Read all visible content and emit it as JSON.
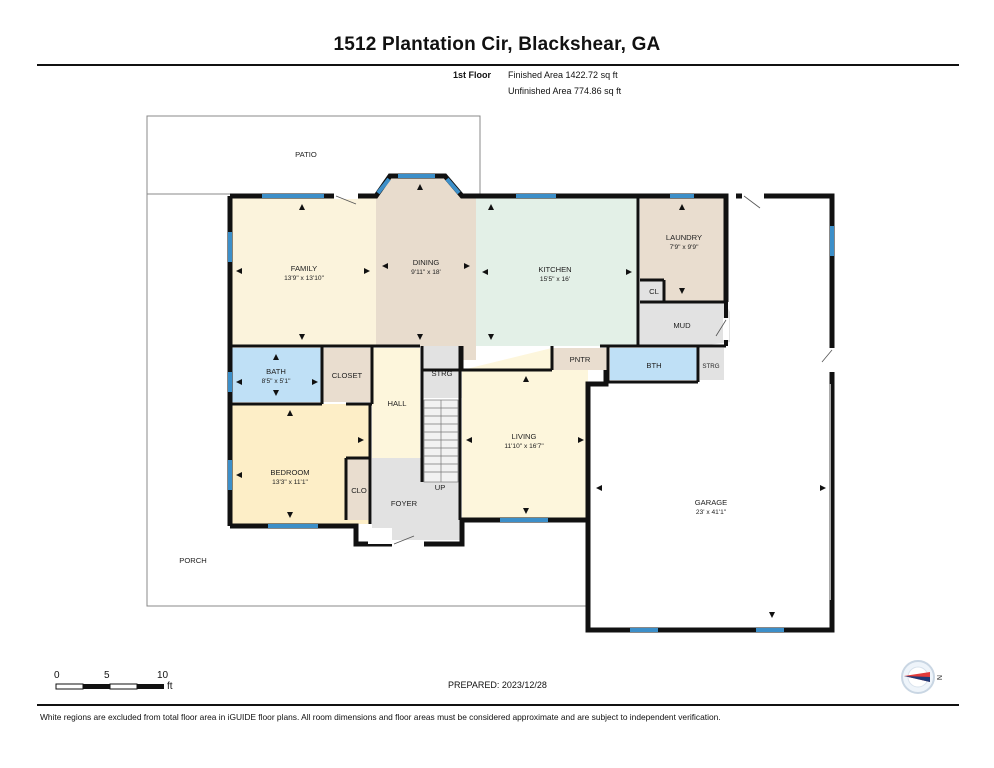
{
  "header": {
    "address": "1512 Plantation Cir, Blackshear, GA",
    "floor": "1st Floor",
    "finished_area": "Finished Area 1422.72 sq ft",
    "unfinished_area": "Unfinished Area 774.86 sq ft"
  },
  "rooms": {
    "patio": {
      "name": "PATIO"
    },
    "family": {
      "name": "FAMILY",
      "size": "13'9\" x 13'10\""
    },
    "dining": {
      "name": "DINING",
      "size": "9'11\" x 18'"
    },
    "kitchen": {
      "name": "KITCHEN",
      "size": "15'5\" x 16'"
    },
    "laundry": {
      "name": "LAUNDRY",
      "size": "7'9\" x 9'9\""
    },
    "cl": {
      "name": "CL"
    },
    "mud": {
      "name": "MUD"
    },
    "bath": {
      "name": "BATH",
      "size": "8'5\" x 5'1\""
    },
    "closet": {
      "name": "CLOSET"
    },
    "hall": {
      "name": "HALL"
    },
    "strg1": {
      "name": "STRG"
    },
    "pntr": {
      "name": "PNTR"
    },
    "bth": {
      "name": "BTH"
    },
    "strg2": {
      "name": "STRG"
    },
    "living": {
      "name": "LIVING",
      "size": "11'10\" x 16'7\""
    },
    "bedroom": {
      "name": "BEDROOM",
      "size": "13'3\" x 11'1\""
    },
    "clo": {
      "name": "CLO"
    },
    "foyer": {
      "name": "FOYER"
    },
    "up": {
      "name": "UP"
    },
    "garage": {
      "name": "GARAGE",
      "size": "23' x 41'1\""
    },
    "porch": {
      "name": "PORCH"
    }
  },
  "colors": {
    "family": "#fbf3dc",
    "dining": "#e8dccd",
    "kitchen": "#e3f0e7",
    "laundry": "#e9ddcf",
    "bath": "#bfe0f6",
    "closet": "#e9ddcf",
    "hall": "#fdf6dc",
    "strg": "#e2e2e2",
    "pntr": "#e9ddcf",
    "bth": "#bfe0f6",
    "living": "#fdf6dc",
    "bedroom": "#fdeec7",
    "foyer": "#e2e2e2",
    "mud": "#e2e2e2",
    "wall": "#111111",
    "window": "#3c8fc9"
  },
  "scale": {
    "zero": "0",
    "five": "5",
    "ten": "10",
    "unit": "ft"
  },
  "compass": {
    "label": "N"
  },
  "prepared": "PREPARED: 2023/12/28",
  "footer": "White regions are excluded from total floor area in iGUIDE floor plans. All room dimensions and floor areas must be considered approximate and are subject to independent verification."
}
